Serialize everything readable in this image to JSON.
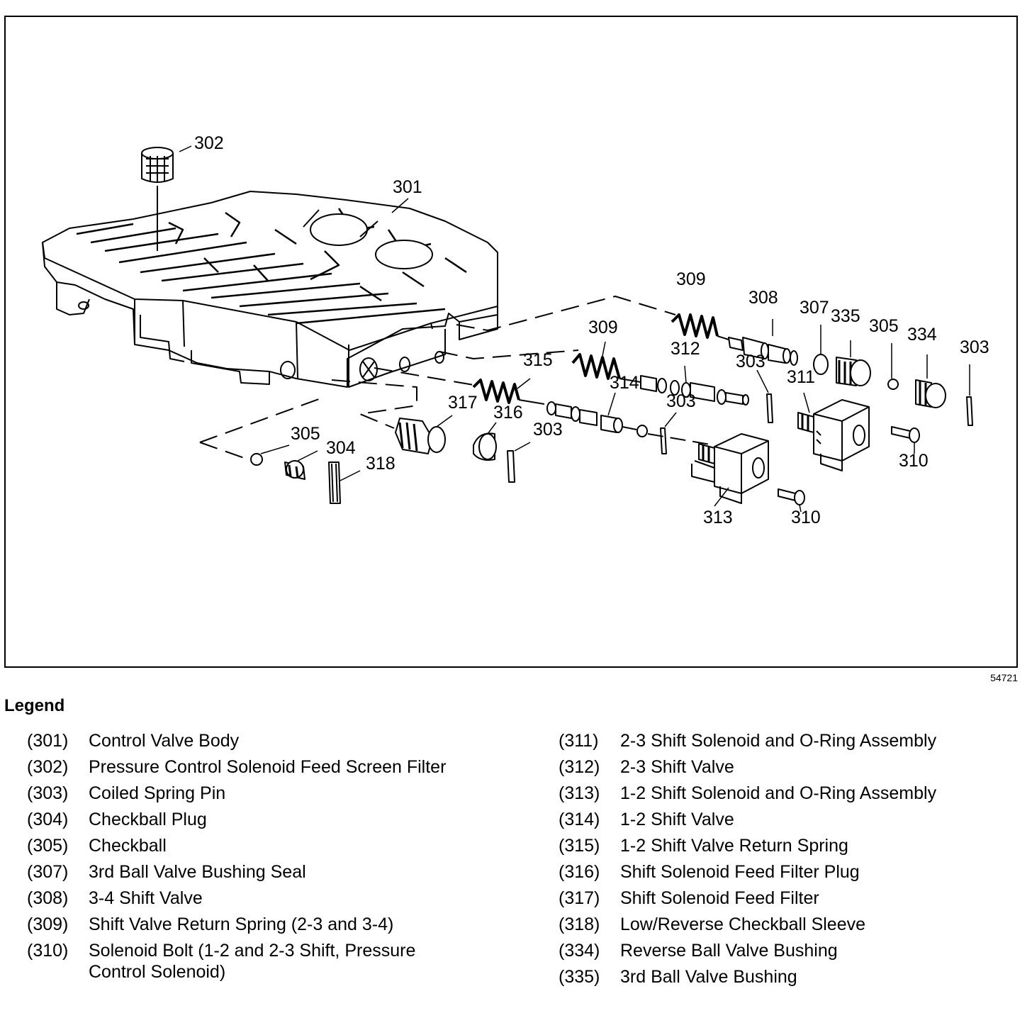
{
  "figure": {
    "figure_id": "54721",
    "callouts": [
      "302",
      "301",
      "309",
      "308",
      "307",
      "335",
      "305",
      "334",
      "303",
      "309",
      "312",
      "303",
      "311",
      "315",
      "314",
      "303",
      "317",
      "316",
      "303",
      "305",
      "304",
      "318",
      "310",
      "313",
      "310"
    ]
  },
  "legend": {
    "title": "Legend",
    "left": [
      {
        "num": "(301)",
        "desc": "Control Valve Body"
      },
      {
        "num": "(302)",
        "desc": "Pressure Control Solenoid Feed Screen Filter"
      },
      {
        "num": "(303)",
        "desc": "Coiled Spring Pin"
      },
      {
        "num": "(304)",
        "desc": "Checkball Plug"
      },
      {
        "num": "(305)",
        "desc": "Checkball"
      },
      {
        "num": "(307)",
        "desc": "3rd Ball Valve Bushing Seal"
      },
      {
        "num": "(308)",
        "desc": "3-4 Shift Valve"
      },
      {
        "num": "(309)",
        "desc": "Shift Valve Return Spring (2-3 and 3-4)"
      },
      {
        "num": "(310)",
        "desc": "Solenoid Bolt (1-2 and 2-3 Shift, Pressure Control Solenoid)"
      }
    ],
    "right": [
      {
        "num": "(311)",
        "desc": "2-3 Shift Solenoid and O-Ring Assembly"
      },
      {
        "num": "(312)",
        "desc": "2-3 Shift Valve"
      },
      {
        "num": "(313)",
        "desc": "1-2 Shift Solenoid and O-Ring Assembly"
      },
      {
        "num": "(314)",
        "desc": "1-2 Shift Valve"
      },
      {
        "num": "(315)",
        "desc": "1-2 Shift Valve Return Spring"
      },
      {
        "num": "(316)",
        "desc": "Shift Solenoid Feed Filter Plug"
      },
      {
        "num": "(317)",
        "desc": "Shift Solenoid Feed Filter"
      },
      {
        "num": "(318)",
        "desc": "Low/Reverse Checkball Sleeve"
      },
      {
        "num": "(334)",
        "desc": "Reverse Ball Valve Bushing"
      },
      {
        "num": "(335)",
        "desc": "3rd Ball Valve Bushing"
      }
    ]
  }
}
